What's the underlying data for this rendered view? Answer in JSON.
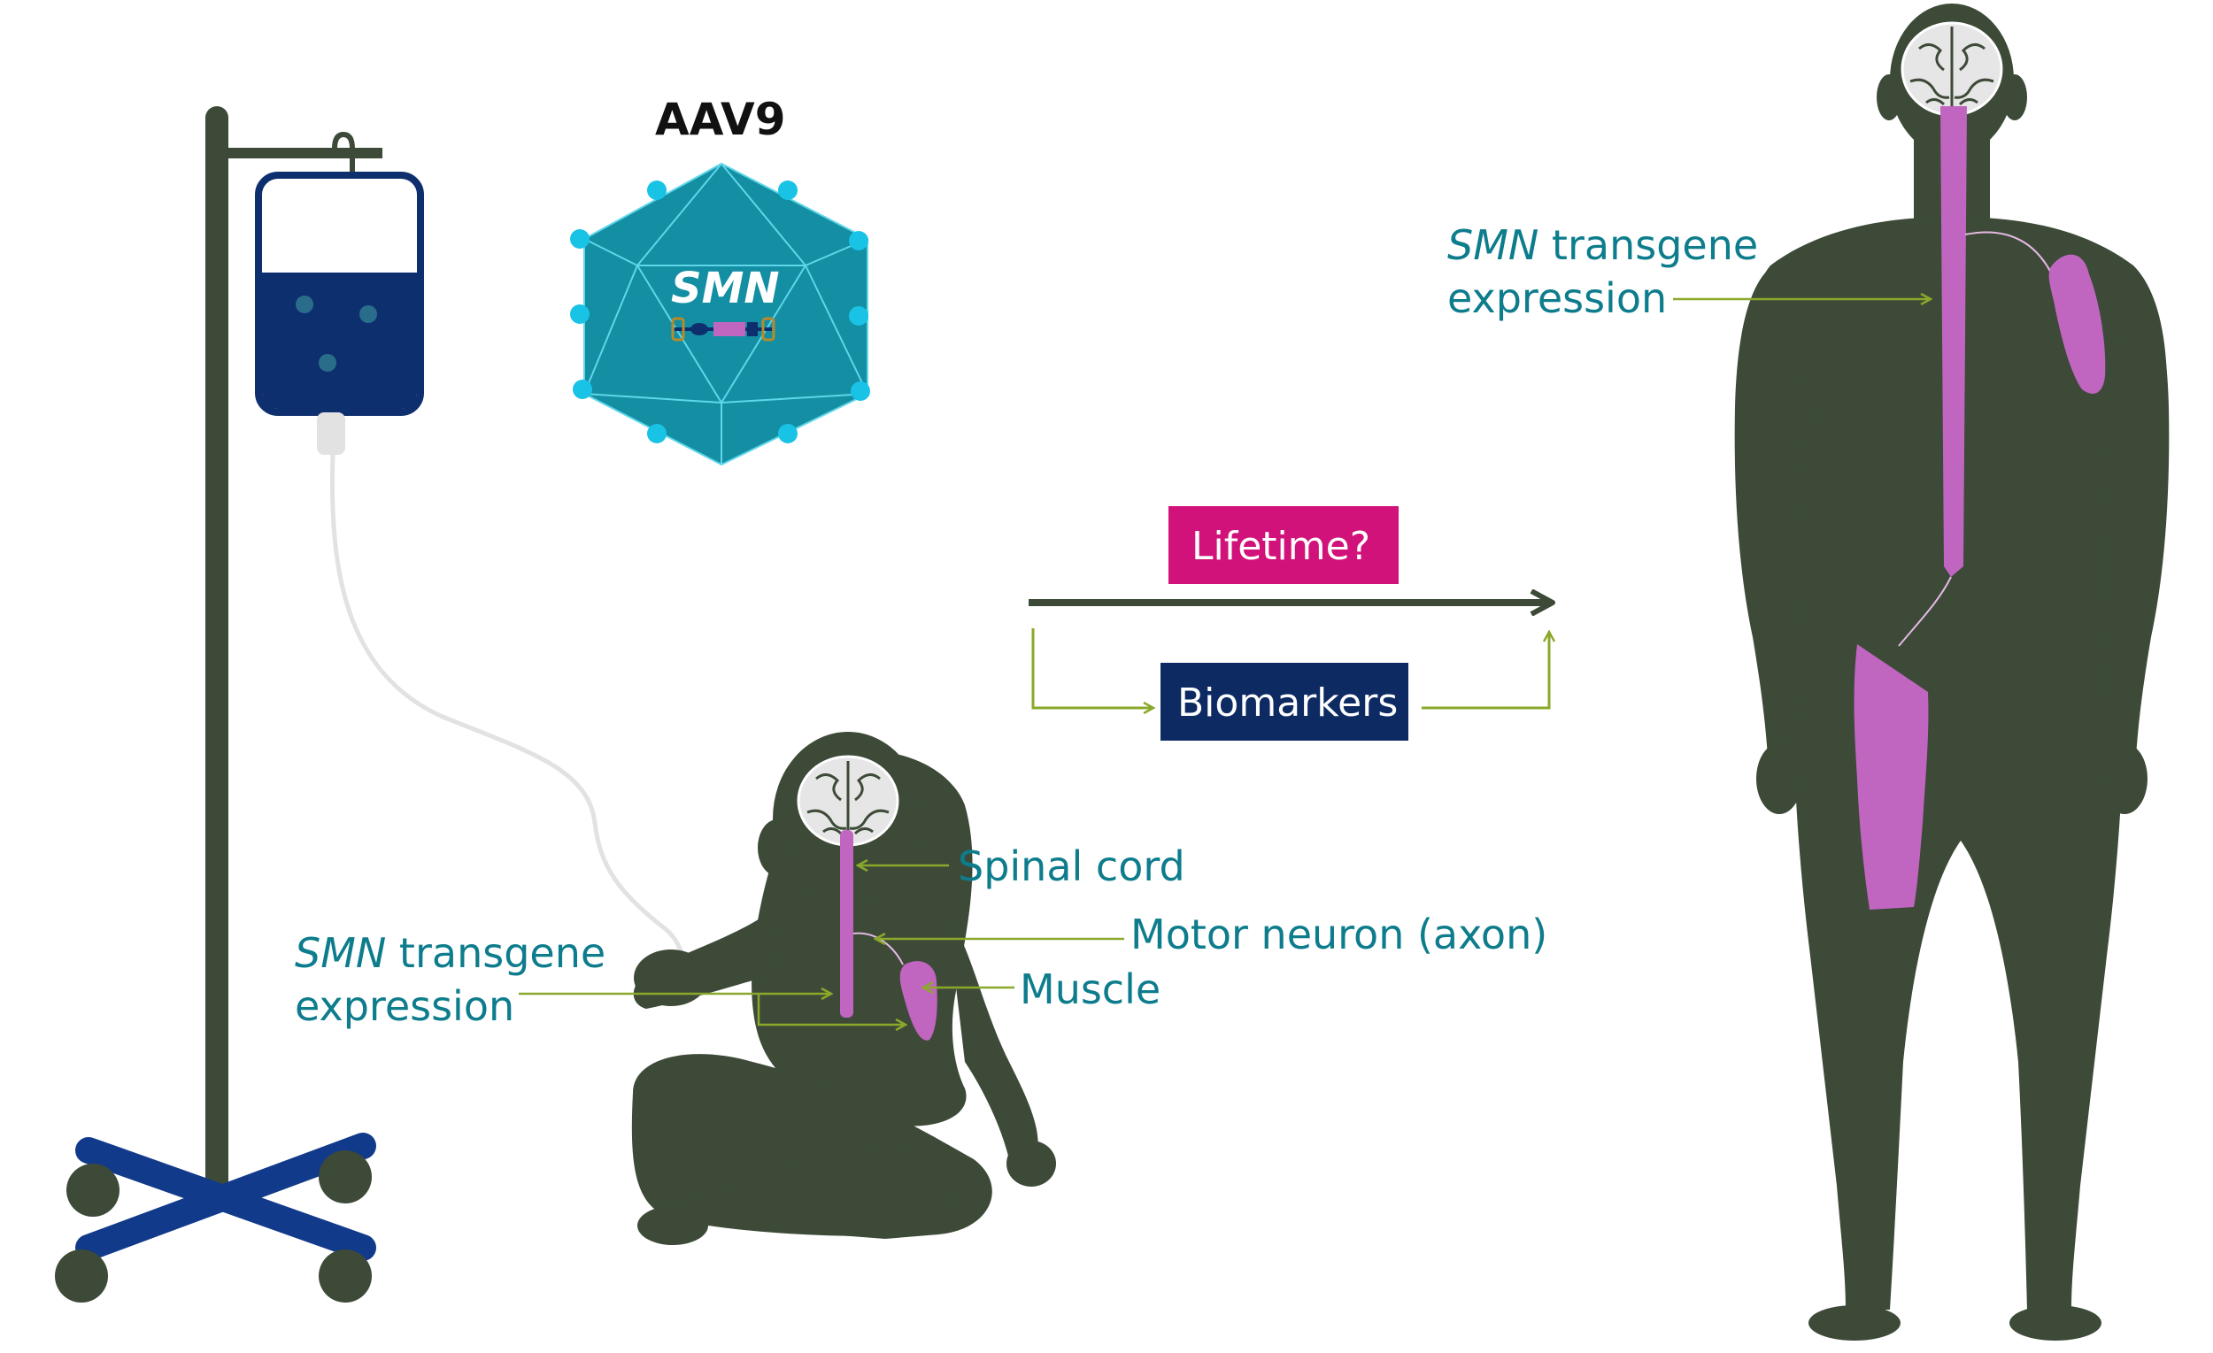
{
  "aav9_label": "AAV9",
  "capsid_label": "SMN",
  "lifetime_label": "Lifetime?",
  "biomarkers_label": "Biomarkers",
  "child_labels": {
    "spinal_cord": "Spinal cord",
    "motor_neuron": "Motor neuron (axon)",
    "muscle": "Muscle",
    "expression_gene": "SMN",
    "expression_rest": " transgene",
    "expression_line2": "expression"
  },
  "adult_labels": {
    "expression_gene": "SMN",
    "expression_rest": " transgene",
    "expression_line2": "expression"
  },
  "colors": {
    "silhouette": "#3d4a38",
    "pink_target": "#c066c0",
    "capsid_teal": "#138ea3",
    "vertex_cyan": "#19c3e6",
    "iv_navy": "#0e2f6e",
    "pole_base_navy": "#123a8a",
    "lifetime_box": "#d1127a",
    "biomarkers_box": "#0d2a63",
    "arrow_green": "#8aa82a",
    "label_teal": "#0d7c8c"
  }
}
